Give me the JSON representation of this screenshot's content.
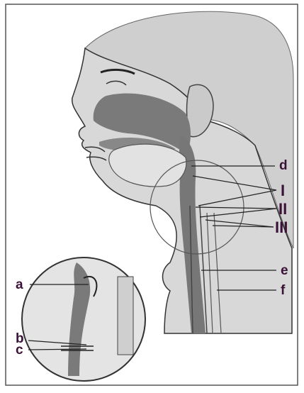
{
  "labels": {
    "a": "a",
    "b": "b",
    "c": "c",
    "d": "d",
    "e": "e",
    "f": "f",
    "I": "I",
    "II": "II",
    "III": "III"
  },
  "colors": {
    "background": "#ffffff",
    "panel": "#e9e9e9",
    "skin": "#d6d6d6",
    "airway": "#777777",
    "outline": "#333333",
    "label_text": "#3a1238"
  }
}
